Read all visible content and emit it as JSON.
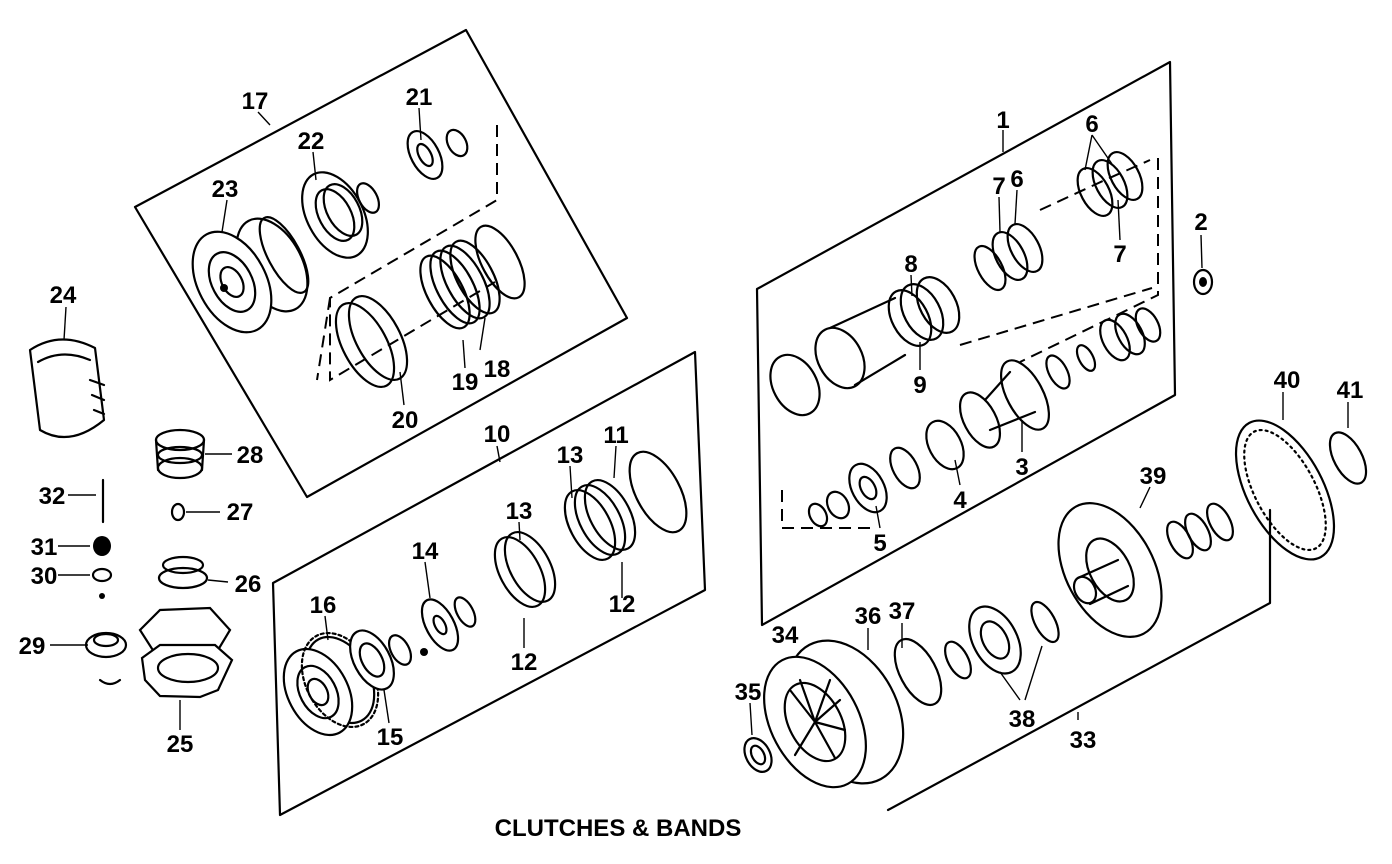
{
  "caption": "CLUTCHES & BANDS",
  "callouts": [
    "1",
    "2",
    "3",
    "4",
    "5",
    "6",
    "6",
    "7",
    "7",
    "8",
    "9",
    "10",
    "11",
    "12",
    "12",
    "13",
    "13",
    "14",
    "15",
    "16",
    "17",
    "18",
    "19",
    "20",
    "21",
    "22",
    "23",
    "24",
    "25",
    "26",
    "27",
    "28",
    "29",
    "30",
    "31",
    "32",
    "33",
    "34",
    "35",
    "36",
    "37",
    "38",
    "39",
    "40",
    "41"
  ]
}
